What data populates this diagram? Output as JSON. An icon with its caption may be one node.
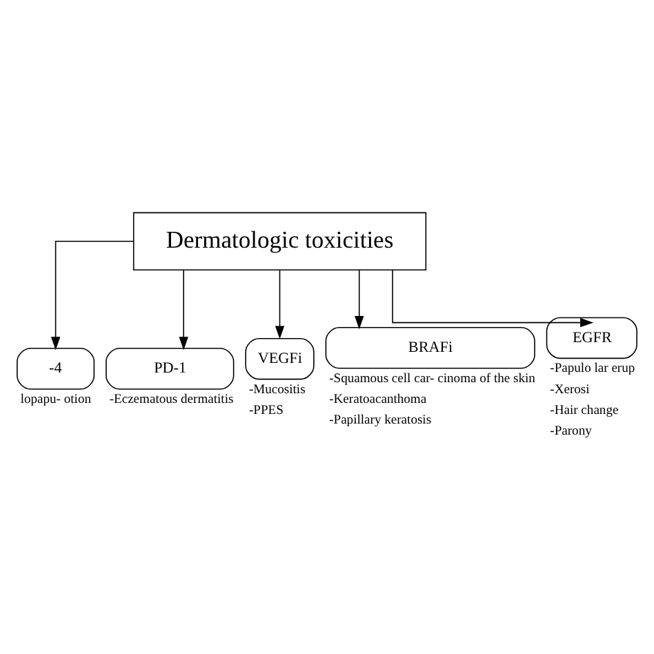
{
  "diagram": {
    "nodes": [
      {
        "text": [
          "Dermatologic toxicities"
        ]
      },
      {
        "text": [
          "-4"
        ],
        "beside": [
          "lopapu- otion"
        ]
      },
      {
        "text": [
          "PD-1"
        ],
        "beside": [
          "-Eczematous dermatitis"
        ]
      },
      {
        "text": [
          "VEGFi"
        ],
        "beside": [
          "-Mucositis",
          "-PPES"
        ]
      },
      {
        "text": [
          "BRAFi"
        ],
        "beside": [
          "-Squamous cell car- cinoma of the skin",
          "-Keratoacanthoma",
          "-Papillary keratosis"
        ]
      },
      {
        "text": [
          "EGFR"
        ],
        "beside": [
          "-Papulo lar erup",
          "-Xerosi",
          "-Hair change",
          "-Parony"
        ]
      }
    ],
    "edges": [
      {
        "from": 0,
        "to": 1,
        "arrow": "to"
      },
      {
        "from": 0,
        "to": 2,
        "arrow": "to"
      },
      {
        "from": 0,
        "to": 3,
        "arrow": "to"
      },
      {
        "from": 0,
        "to": 4,
        "arrow": "to"
      },
      {
        "from": 0,
        "to": 5,
        "arrow": "to"
      }
    ]
  }
}
